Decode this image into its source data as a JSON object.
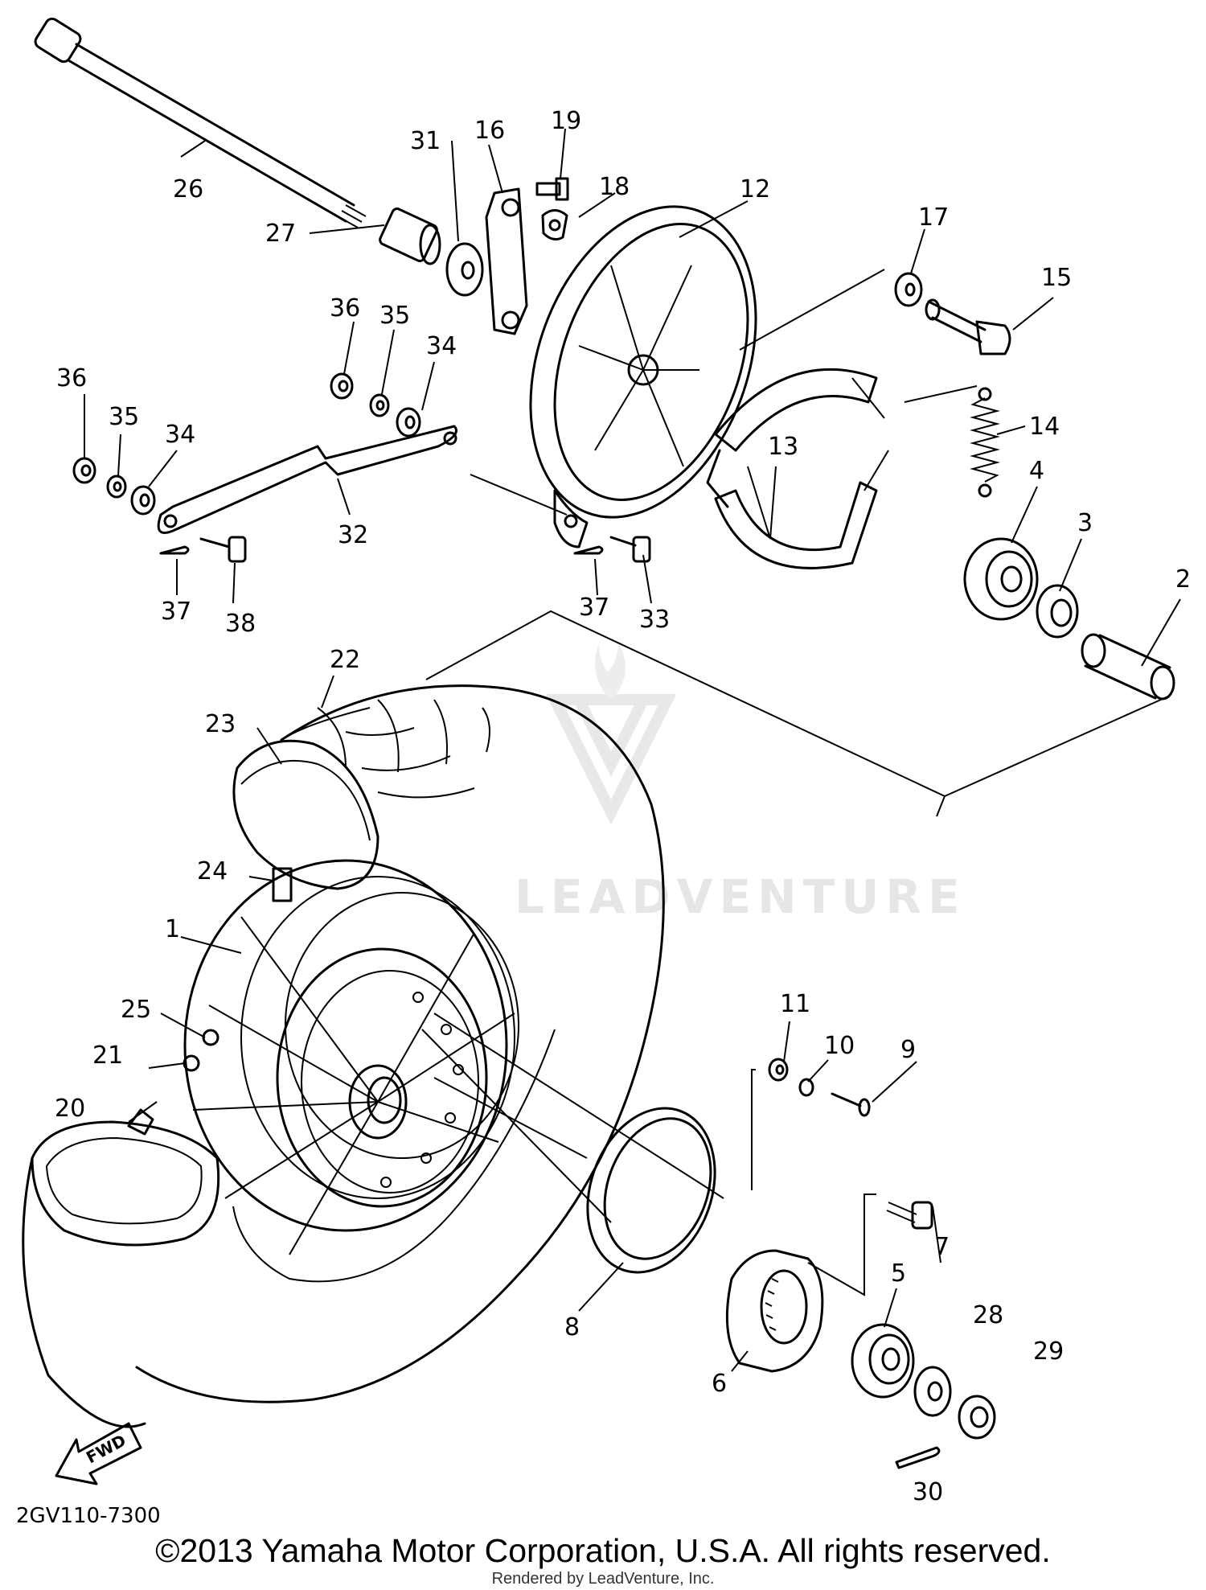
{
  "diagram": {
    "code": "2GV110-7300",
    "fwd_label": "FWD",
    "copyright": "©2013 Yamaha Motor Corporation, U.S.A. All rights reserved.",
    "rendered_by": "Rendered by LeadVenture, Inc.",
    "watermark": "LEADVENTURE",
    "callouts": [
      "1",
      "2",
      "3",
      "4",
      "5",
      "6",
      "7",
      "8",
      "9",
      "10",
      "11",
      "12",
      "13",
      "14",
      "15",
      "16",
      "17",
      "18",
      "19",
      "20",
      "21",
      "22",
      "23",
      "24",
      "25",
      "26",
      "27",
      "28",
      "29",
      "30",
      "31",
      "32",
      "33",
      "34",
      "35",
      "36",
      "36",
      "35",
      "34",
      "37",
      "37",
      "38"
    ]
  }
}
